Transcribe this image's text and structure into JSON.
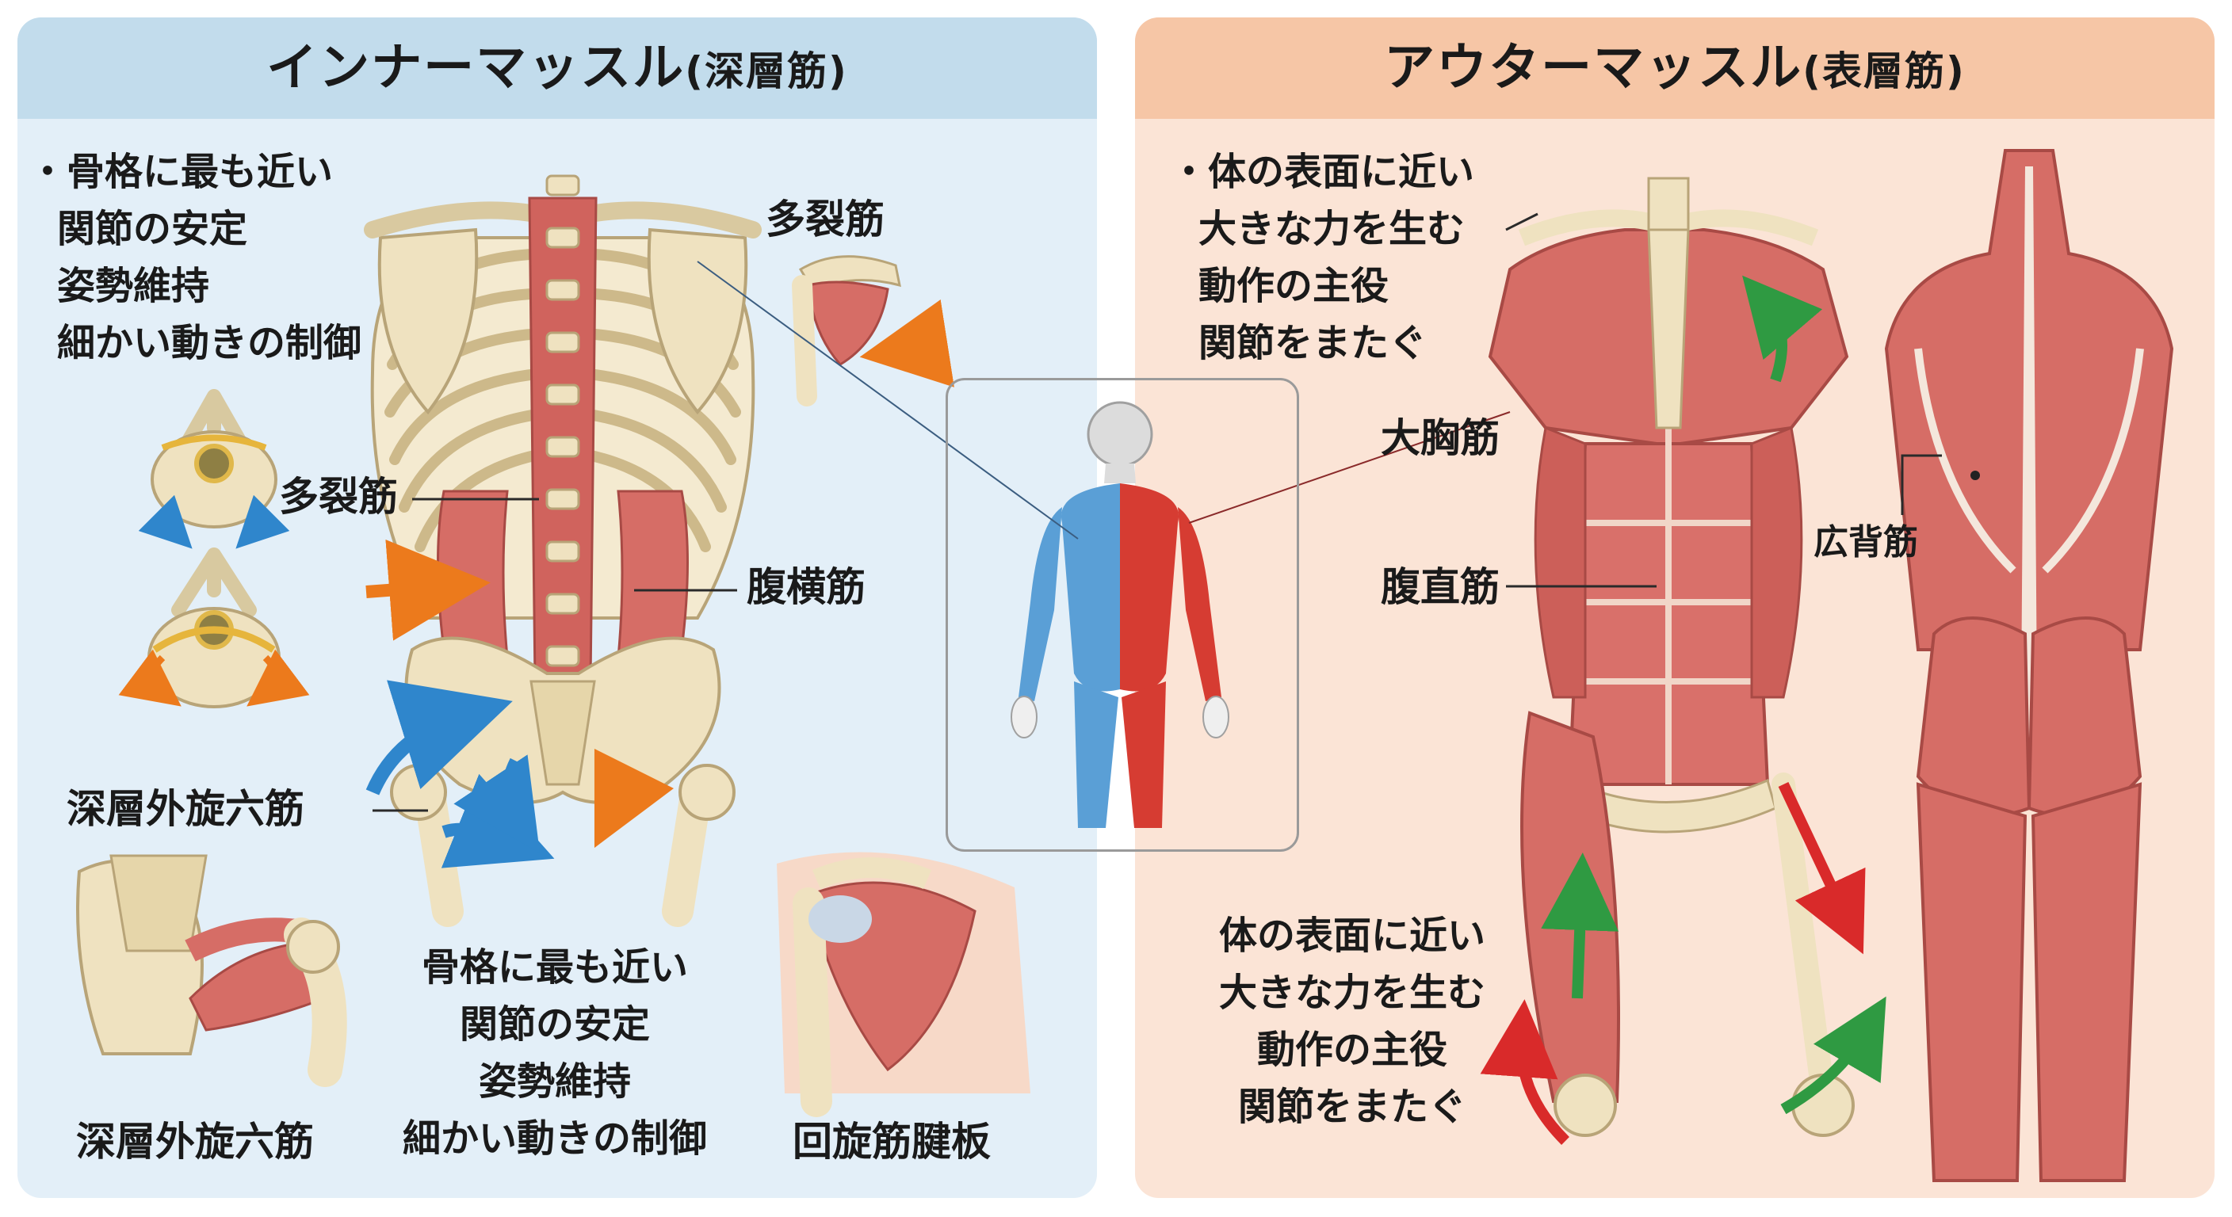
{
  "inner": {
    "title": "インナーマッスル",
    "title_sub": "(深層筋)",
    "bullets": [
      "・骨格に最も近い",
      "関節の安定",
      "姿勢維持",
      "細かい動きの制御"
    ],
    "labels": {
      "multifidus_top": "多裂筋",
      "multifidus_mid": "多裂筋",
      "transversus": "腹横筋",
      "deep_rotators": "深層外旋六筋",
      "deep_rotators_bottom": "深層外旋六筋",
      "rotator_cuff": "回旋筋腱板"
    },
    "bottom_lines": [
      "骨格に最も近い",
      "関節の安定",
      "姿勢維持",
      "細かい動きの制御"
    ]
  },
  "outer": {
    "title": "アウターマッスル",
    "title_sub": "(表層筋)",
    "bullets": [
      "・体の表面に近い",
      "大きな力を生む",
      "動作の主役",
      "関節をまたぐ"
    ],
    "labels": {
      "pectoralis": "大胸筋",
      "rectus": "腹直筋",
      "latissimus": "広背筋"
    },
    "bottom_lines": [
      "体の表面に近い",
      "大きな力を生む",
      "動作の主役",
      "関節をまたぐ"
    ]
  },
  "colors": {
    "inner_bg": "#e3eff8",
    "inner_header": "#c2dcec",
    "outer_bg": "#fbe4d6",
    "outer_header": "#f6c6a6",
    "muscle": "#d9706a",
    "bone": "#efe2c0",
    "inner_body": "#5a9fd6",
    "outer_body": "#d63c32",
    "arrow_blue": "#2f86cc",
    "arrow_orange": "#ec7a1c",
    "arrow_green": "#2f9a42",
    "arrow_red": "#d92a2a"
  }
}
